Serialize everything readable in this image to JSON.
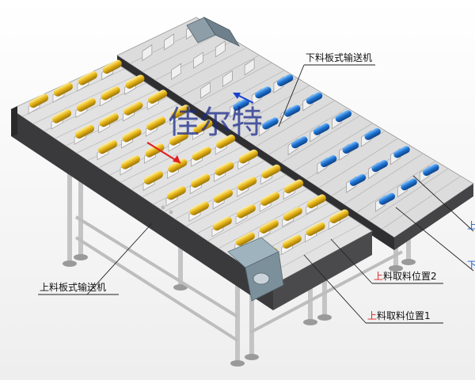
{
  "labels": {
    "lower_conveyor": "下料板式输送机",
    "upper_conveyor": "上料板式输送机",
    "pick_pos_2": {
      "prefix": "上",
      "rest": "料取料位置2"
    },
    "pick_pos_1": {
      "prefix": "上",
      "rest": "料取料位置1"
    },
    "partial_top": "上",
    "partial_bottom": "下",
    "watermark": "佳尔特"
  },
  "colors": {
    "frame": "#3a3a3c",
    "frame_dark": "#2a2a2c",
    "plate": "#d9d9d9",
    "gold_roll": "#e8b818",
    "blue_roll": "#1e74d2",
    "leg": "#d0d0d0",
    "motor": "#7a8f9c",
    "arrow_red": "#e02020",
    "arrow_blue": "#1a3fd0"
  }
}
